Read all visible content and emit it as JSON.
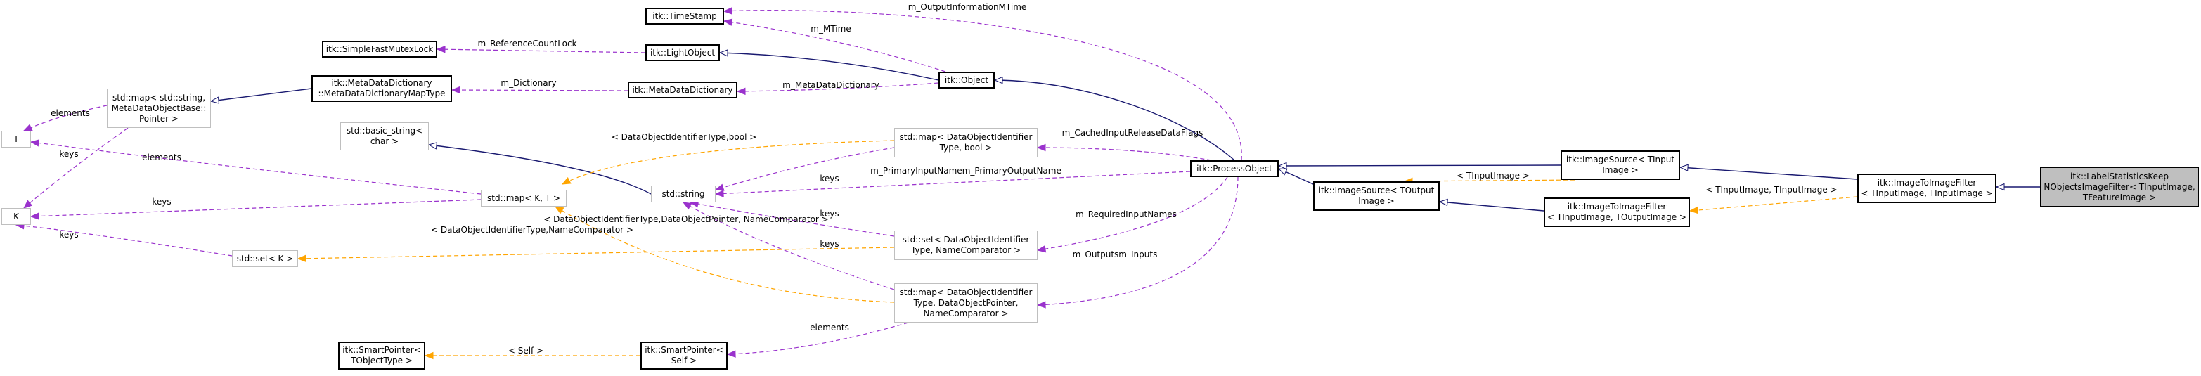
{
  "colors": {
    "inherit": "#191970",
    "usage": "#9a32cd",
    "template": "#ffa500",
    "node_border_doc": "#000000",
    "node_border_undoc": "#bfbfbf",
    "highlight_fill": "#bfbfbf"
  },
  "nodes": {
    "timestamp": {
      "lines": [
        "itk::TimeStamp"
      ]
    },
    "fastmutex": {
      "lines": [
        "itk::SimpleFastMutexLock"
      ]
    },
    "lightobject": {
      "lines": [
        "itk::LightObject"
      ]
    },
    "object": {
      "lines": [
        "itk::Object"
      ]
    },
    "mddict_map": {
      "lines": [
        "itk::MetaDataDictionary",
        "::MetaDataDictionaryMapType"
      ]
    },
    "mddict": {
      "lines": [
        "itk::MetaDataDictionary"
      ]
    },
    "stdmap_string": {
      "lines": [
        "std::map< std::string,",
        "MetaDataObjectBase::",
        "Pointer >"
      ]
    },
    "T": {
      "lines": [
        "T"
      ]
    },
    "K": {
      "lines": [
        "K"
      ]
    },
    "basic_string": {
      "lines": [
        "std::basic_string<",
        "char >"
      ]
    },
    "stdmap_KT": {
      "lines": [
        "std::map< K, T >"
      ]
    },
    "stdstring": {
      "lines": [
        "std::string"
      ]
    },
    "map_bool": {
      "lines": [
        "std::map< DataObjectIdentifier",
        "Type, bool >"
      ]
    },
    "set_K": {
      "lines": [
        "std::set< K >"
      ]
    },
    "set_doi": {
      "lines": [
        "std::set< DataObjectIdentifier",
        "Type, NameComparator >"
      ]
    },
    "map_doi": {
      "lines": [
        "std::map< DataObjectIdentifier",
        "Type, DataObjectPointer,",
        "NameComparator >"
      ]
    },
    "smartptr_T": {
      "lines": [
        "itk::SmartPointer<",
        "TObjectType >"
      ]
    },
    "smartptr_self": {
      "lines": [
        "itk::SmartPointer<",
        "Self >"
      ]
    },
    "processobject": {
      "lines": [
        "itk::ProcessObject"
      ]
    },
    "imgsrc_out": {
      "lines": [
        "itk::ImageSource< TOutput",
        "Image >"
      ]
    },
    "imgsrc_in": {
      "lines": [
        "itk::ImageSource< TInput",
        "Image >"
      ]
    },
    "i2i_out": {
      "lines": [
        "itk::ImageToImageFilter",
        "< TInputImage, TOutputImage >"
      ]
    },
    "i2i_in": {
      "lines": [
        "itk::ImageToImageFilter",
        "< TInputImage, TInputImage >"
      ]
    },
    "labelstats": {
      "lines": [
        "itk::LabelStatisticsKeep",
        "NObjectsImageFilter< TInputImage,",
        "TFeatureImage >"
      ]
    }
  },
  "edge_labels": {
    "m_output_info_mtime": "m_OutputInformationMTime",
    "m_mtime": "m_MTime",
    "m_refcount_lock": "m_ReferenceCountLock",
    "m_dictionary": "m_Dictionary",
    "m_metadatadictionary": "m_MetaDataDictionary",
    "elements_T": "elements",
    "keys_K": "keys",
    "doi_bool": "< DataObjectIdentifierType,\nbool >",
    "elements_mapKT": "elements",
    "keys_mapKT": "keys",
    "keys_mapbool": "keys",
    "primary_names": "m_PrimaryInputName\nm_PrimaryOutputName",
    "cached_flags": "m_CachedInputReleaseData\nFlags",
    "doi_namecomp": "< DataObjectIdentifierType,\nNameComparator >",
    "doi_ptr_namecomp": "< DataObjectIdentifierType,\nDataObjectPointer, NameComparator >",
    "keys_setdoi": "keys",
    "keys_mapdoi": "keys",
    "keys_setK": "keys",
    "required_inputs": "m_RequiredInputNames",
    "outputs_inputs": "m_Outputs\nm_Inputs",
    "elements_mapdoi": "elements",
    "self": "< Self >",
    "tinput_image": "< TInputImage >",
    "tinput_tinput": "< TInputImage, TInputImage >"
  }
}
